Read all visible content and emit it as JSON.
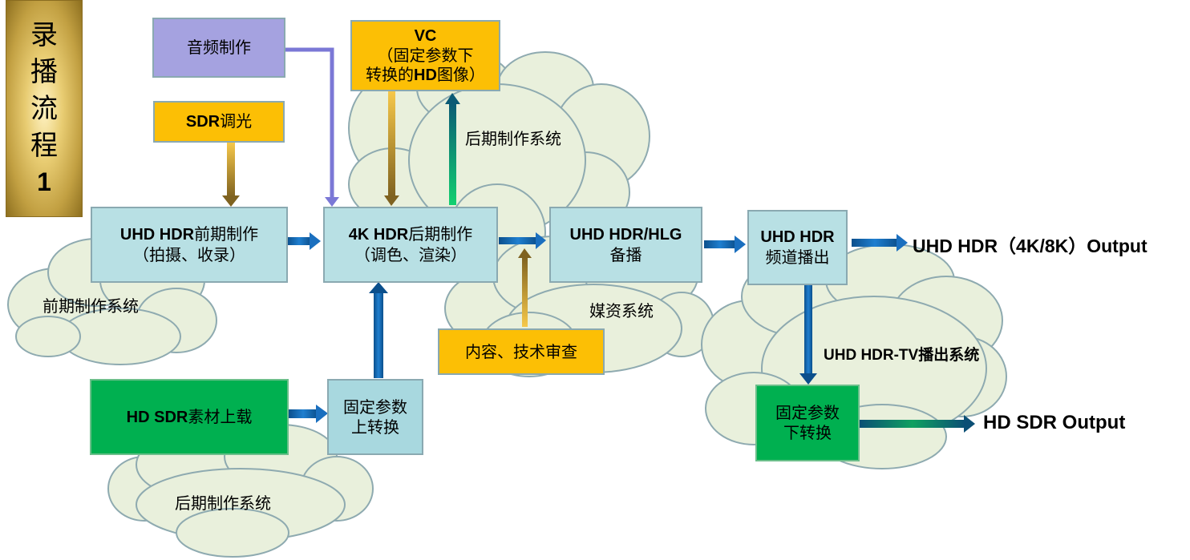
{
  "title_banner": {
    "chars": [
      "录",
      "播",
      "流",
      "程"
    ],
    "number": "1",
    "color": "#c9a94a"
  },
  "clouds": {
    "pre_production": "前期制作系统",
    "post_production_top": "后期制作系统",
    "media_assets": "媒资系统",
    "broadcast": "UHD HDR-TV播出系统",
    "post_production_bottom": "后期制作系统"
  },
  "boxes": {
    "audio": {
      "line1": "音频制作"
    },
    "sdr_grading": {
      "line1_latin": "SDR",
      "line1_cjk": "调光"
    },
    "vc": {
      "line1": "VC",
      "line2": "（固定参数下",
      "line3_a": "转换的",
      "line3_latin": "HD",
      "line3_b": "图像）"
    },
    "uhd_pre": {
      "line1_latin": "UHD HDR",
      "line1_cjk": "前期制作",
      "line2": "（拍摄、收录）"
    },
    "post_4k": {
      "line1_latin": "4K HDR",
      "line1_cjk": "后期制作",
      "line2": "（调色、渲染）"
    },
    "uhd_hlg": {
      "line1": "UHD HDR/HLG",
      "line2": "备播"
    },
    "uhd_channel": {
      "line1": "UHD HDR",
      "line2": "频道播出"
    },
    "review": {
      "line1": "内容、技术审查"
    },
    "hd_upload": {
      "line1_latin": "HD SDR",
      "line1_cjk": "素材上载"
    },
    "upconvert": {
      "line1": "固定参数",
      "line2": "上转换"
    },
    "downconvert": {
      "line1": "固定参数",
      "line2": "下转换"
    }
  },
  "outputs": {
    "uhd": "UHD HDR（4K/8K）Output",
    "hd": "HD SDR Output"
  },
  "colors": {
    "box_cyan": "#b8e0e4",
    "box_gold": "#fcbf05",
    "box_purple": "#a5a2e0",
    "box_green": "#00b050",
    "cloud_fill": "#e9f0dc",
    "cloud_stroke": "#8eaab0",
    "arrow_blue": "#1a6fbf",
    "arrow_purple": "#7b78d6"
  }
}
